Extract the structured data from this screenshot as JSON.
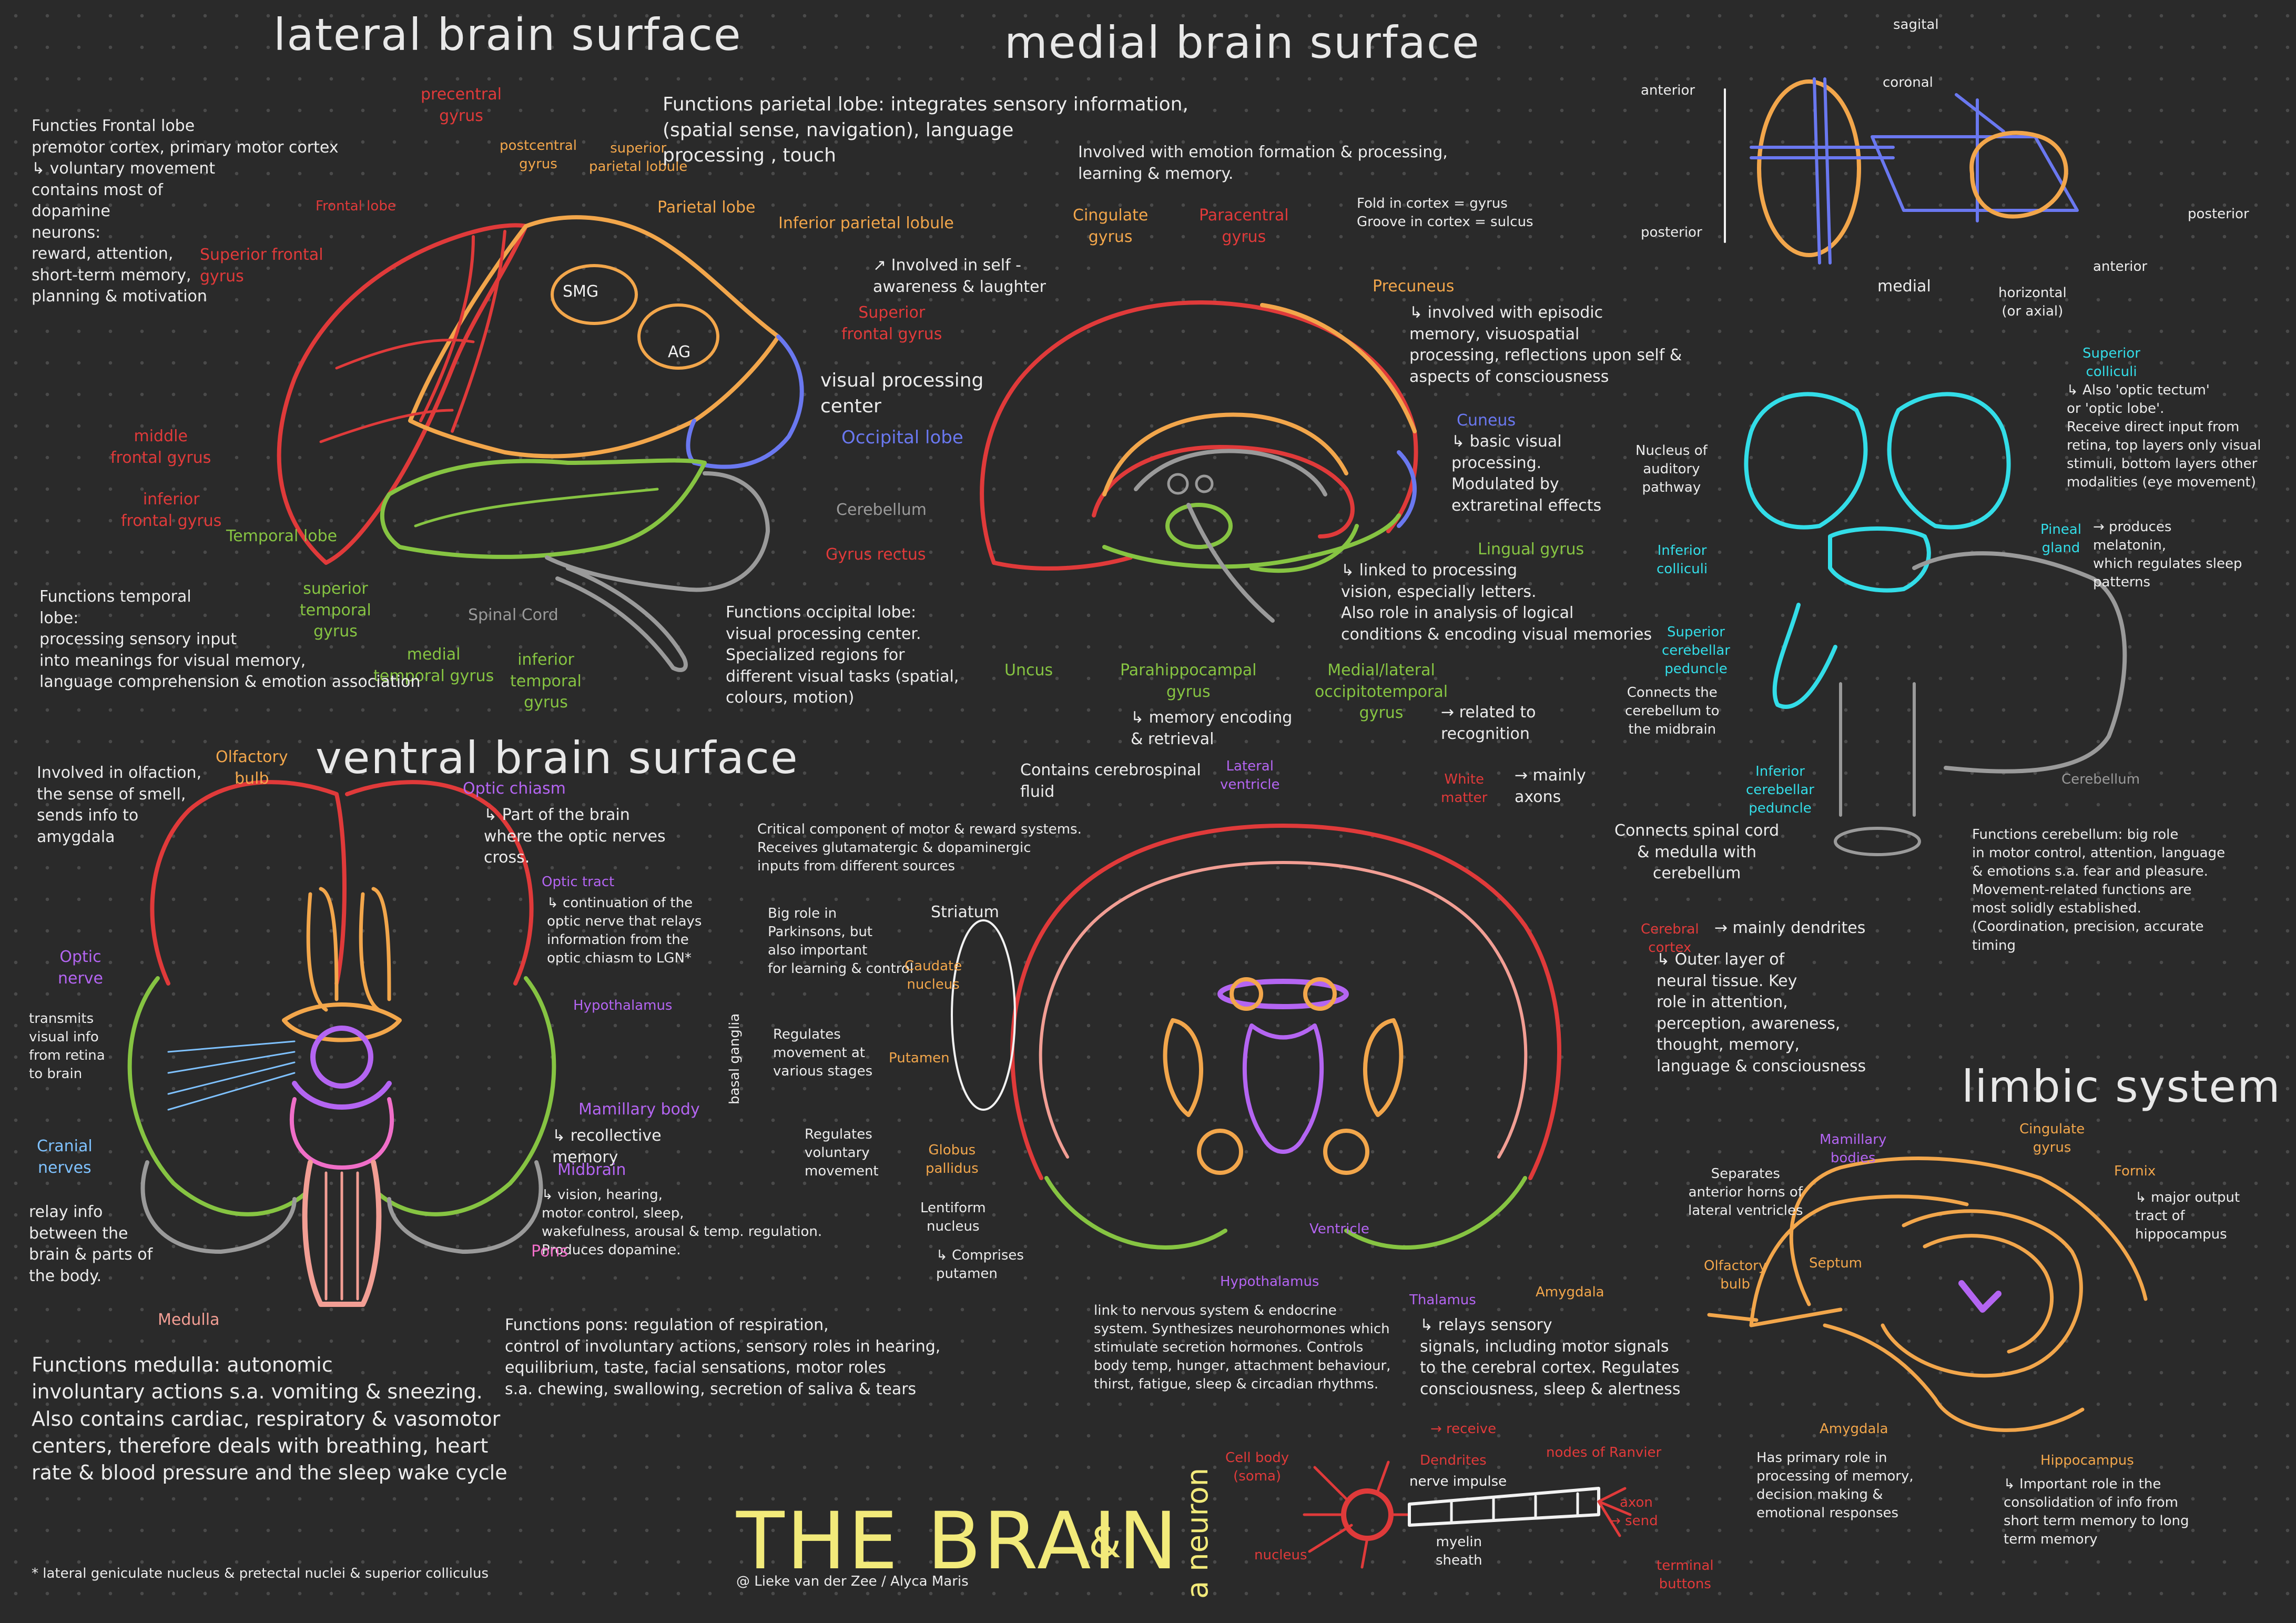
{
  "page": {
    "title": "THE BRAIN",
    "and_symbol": "&",
    "neuron_title": "a neuron",
    "credits": "@ Lieke van der Zee / Alyca Maris",
    "footnote": "* lateral geniculate nucleus & pretectal nuclei & superior colliculus"
  },
  "headings": {
    "lateral": "lateral brain surface",
    "medial": "medial brain surface",
    "ventral": "ventral brain surface",
    "limbic": "limbic system"
  },
  "lateral": {
    "frontal_functions": "Functies Frontal lobe\n premotor cortex, primary motor cortex\n  ↳ voluntary movement\n contains most of\n dopamine\n neurons:\n reward, attention,\n short-term memory,\n planning & motivation",
    "precentral": "precentral\ngyrus",
    "postcentral": "postcentral\ngyrus",
    "superior_parietal": "superior\nparietal lobule",
    "frontal_lobe": "Frontal lobe",
    "parietal_lobe": "Parietal lobe",
    "inferior_parietal": "Inferior parietal lobule",
    "superior_frontal": "Superior frontal\ngyrus",
    "smg": "SMG",
    "ag": "AG",
    "parietal_functions": "Functions parietal lobe: integrates sensory information,\n(spatial sense, navigation), language\n        processing , touch",
    "self_awareness": "↗ Involved in self -\n   awareness & laughter",
    "visual_center": "visual processing\ncenter",
    "occipital_lobe": "Occipital lobe",
    "middle_frontal": "middle\nfrontal gyrus",
    "inferior_frontal": "inferior\nfrontal gyrus",
    "temporal_lobe": "Temporal lobe",
    "cerebellum": "Cerebellum",
    "spinal_cord": "Spinal Cord",
    "superior_temporal": "superior\ntemporal\ngyrus",
    "medial_temporal": "medial\ntemporal gyrus",
    "inferior_temporal": "inferior\ntemporal\ngyrus",
    "temporal_functions": "Functions temporal\nlobe:\nprocessing sensory input\ninto meanings for visual memory,\nlanguage comprehension & emotion association",
    "occipital_functions": "Functions occipital lobe:\nvisual processing center.\nSpecialized regions for\ndifferent visual tasks (spatial,\ncolours, motion)"
  },
  "medial": {
    "involved": "Involved with emotion formation & processing,\nlearning & memory.",
    "cingulate": "Cingulate\ngyrus",
    "paracentral": "Paracentral\ngyrus",
    "fold": "Fold in cortex = gyrus\nGroove in cortex = sulcus",
    "superior_frontal": "Superior\nfrontal gyrus",
    "precuneus": "Precuneus",
    "precuneus_desc": "↳ involved with episodic\n   memory, visuospatial\n   processing, reflections upon self &\n   aspects of consciousness",
    "cuneus": "Cuneus",
    "cuneus_desc": "↳ basic visual\n   processing.\n   Modulated by\n   extraretinal effects",
    "gyrus_rectus": "Gyrus rectus",
    "lingual": "Lingual gyrus",
    "lingual_desc": "↳ linked to processing\n   vision, especially letters.\nAlso role in analysis of logical\nconditions & encoding visual memories",
    "uncus": "Uncus",
    "parahippocampal": "Parahippocampal\ngyrus",
    "parahippocampal_desc": "↳ memory encoding\n   & retrieval",
    "medial_lateral": "Medial/lateral\noccipitotemporal\ngyrus",
    "recognition": "→ related to\n   recognition"
  },
  "ventral": {
    "olfaction": "Involved in olfaction,\nthe sense of smell,\nsends info to\namygdala",
    "olfactory_bulb": "Olfactory\nbulb",
    "optic_chiasm": "Optic chiasm",
    "optic_chiasm_desc": "↳ Part of the brain\n   where the optic nerves\n   cross.",
    "optic_tract": "Optic tract",
    "optic_tract_desc": "↳ continuation of the\n   optic nerve that relays\n   information from the\n   optic chiasm to LGN*",
    "optic_nerve": "Optic\nnerve",
    "optic_nerve_desc": "transmits\nvisual info\nfrom retina\nto brain",
    "hypothalamus": "Hypothalamus",
    "cranial_nerves": "Cranial\nnerves",
    "cranial_desc": "relay info\nbetween the\nbrain & parts of\nthe body.",
    "mamillary": "Mamillary body",
    "mamillary_desc": "↳ recollective\n   memory",
    "midbrain": "Midbrain",
    "midbrain_desc": "↳ vision, hearing,\n   motor control, sleep,\n   wakefulness, arousal & temp. regulation.\n   Produces dopamine.",
    "pons": "Pons",
    "medulla": "Medulla",
    "medulla_functions": "Functions medulla: autonomic\ninvoluntary actions s.a. vomiting & sneezing.\nAlso contains cardiac, respiratory & vasomotor\ncenters, therefore deals with breathing, heart\nrate & blood pressure and the sleep wake cycle",
    "pons_functions": "Functions pons: regulation of respiration,\ncontrol of involuntary actions, sensory roles in hearing,\nequilibrium, taste, facial sensations, motor roles\ns.a. chewing, swallowing, secretion of saliva & tears"
  },
  "coronal": {
    "csf": "Contains cerebrospinal\nfluid",
    "lateral_ventricle": "Lateral\nventricle",
    "white_matter": "White\nmatter",
    "mainly_axons": "→ mainly\n   axons",
    "critical": "Critical component of motor & reward systems.\nReceives glutamatergic & dopaminergic\ninputs from different sources",
    "striatum": "Striatum",
    "parkinsons": "Big role in\nParkinsons, but\nalso important\nfor learning & control",
    "caudate": "Caudate\nnucleus",
    "regulates_movement": "Regulates\nmovement at\nvarious stages",
    "putamen": "Putamen",
    "basal_ganglia": "basal ganglia",
    "regulates_voluntary": "Regulates\nvoluntary\nmovement",
    "globus": "Globus\npallidus",
    "lentiform": "Lentiform\nnucleus",
    "comprises": "↳ Comprises\n   putamen",
    "cerebral_cortex": "Cerebral\ncortex",
    "mainly_dendrites": "→ mainly dendrites",
    "cortex_desc": "↳ Outer layer of\n   neural tissue. Key\n   role in attention,\n   perception, awareness,\n   thought, memory,\n   language & consciousness",
    "ventricle": "Ventricle",
    "hypothalamus": "Hypothalamus",
    "hypothalamus_desc": "link to nervous system & endocrine\nsystem. Synthesizes neurohormones which\nstimulate secretion hormones. Controls\nbody temp, hunger, attachment behaviour,\nthirst, fatigue, sleep & circadian rhythms.",
    "thalamus": "Thalamus",
    "thalamus_desc": "↳ relays sensory\n   signals, including motor signals\n   to the cerebral cortex. Regulates\n   consciousness, sleep & alertness",
    "amygdala": "Amygdala"
  },
  "planes": {
    "sagital": "sagital",
    "coronal": "coronal",
    "anterior_left": "anterior",
    "posterior_left": "posterior",
    "medial": "medial",
    "horizontal": "horizontal\n(or axial)",
    "posterior_right": "posterior",
    "anterior_right": "anterior"
  },
  "brainstem": {
    "superior_colliculi": "Superior\ncolliculi",
    "superior_colliculi_desc": "↳ Also 'optic tectum'\n   or 'optic lobe'.\nReceive direct input from\nretina, top layers only visual\nstimuli, bottom layers other\nmodalities (eye movement)",
    "nucleus_auditory": "Nucleus of\nauditory\npathway",
    "inferior_colliculi": "Inferior\ncolliculi",
    "pineal": "Pineal\ngland",
    "pineal_desc": "→ produces\n   melatonin,\n   which regulates sleep\n   patterns",
    "superior_peduncle": "Superior\ncerebellar\npeduncle",
    "connects_midbrain": "Connects the\ncerebellum to\nthe midbrain",
    "inferior_peduncle": "Inferior\ncerebellar\npeduncle",
    "connects_spinal": "Connects spinal cord\n& medulla with\ncerebellum",
    "cerebellum": "Cerebellum",
    "cerebellum_functions": "Functions cerebellum: big role\nin motor control, attention, language\n& emotions s.a. fear and pleasure.\nMovement-related functions are\nmost solidly established.\n(Coordination, precision, accurate\ntiming"
  },
  "limbic": {
    "mamillary": "Mamillary\nbodies",
    "cingulate": "Cingulate\ngyrus",
    "fornix": "Fornix",
    "fornix_desc": "↳ major output\n   tract of\n   hippocampus",
    "separates": "Separates\nanterior horns of\nlateral ventricles",
    "septum": "Septum",
    "olfactory": "Olfactory\nbulb",
    "amygdala": "Amygdala",
    "amygdala_desc": "Has primary role in\nprocessing of memory,\ndecision making &\nemotional responses",
    "hippocampus": "Hippocampus",
    "hippocampus_desc": "↳ Important role in the\n   consolidation of info from\n   short term memory to long\n   term memory"
  },
  "neuron": {
    "receive": "→ receive",
    "cell_body": "Cell body\n(soma)",
    "dendrites": "Dendrites",
    "nodes": "nodes of Ranvier",
    "nerve_impulse": "nerve impulse",
    "axon": "axon",
    "send": "→ send",
    "nucleus": "nucleus",
    "myelin": "myelin\nsheath",
    "terminal": "terminal\nbuttons"
  },
  "colors": {
    "red": "#e03a3a",
    "orange": "#f2a64b",
    "blue": "#6a78f0",
    "green": "#86c442",
    "gray": "#9a9a9a",
    "purple": "#b465f2",
    "pink": "#f06ec8",
    "cyan": "#33dde8",
    "sky": "#7fc2ff",
    "salmon": "#f29e94",
    "yellow": "#f2ea7a",
    "background": "#2a2a2a"
  }
}
